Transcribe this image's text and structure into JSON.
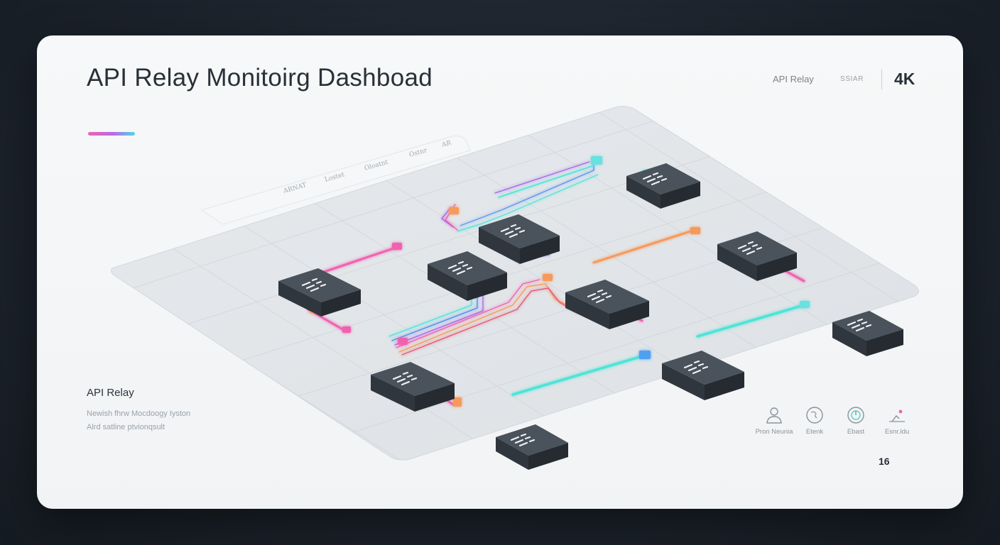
{
  "header": {
    "title": "API Relay Monitoirg Dashboad",
    "links": [
      "API Relay",
      "SSIAR"
    ],
    "resolution": "4K"
  },
  "board_tabs": [
    "ARNAT",
    "Lostet",
    "Oloatnt",
    "Ostnr",
    "AR"
  ],
  "info": {
    "title": "API Relay",
    "lines": [
      "Newish fhrw Mocdoogy Iyston",
      "Alrd satline ptvionqsult"
    ]
  },
  "legend": [
    {
      "icon": "person-icon",
      "label": "Pron Neunia"
    },
    {
      "icon": "globe-icon",
      "label": "Etenk"
    },
    {
      "icon": "gauge-icon",
      "label": "Ebast"
    },
    {
      "icon": "signal-icon",
      "label": "Esnr.ldu"
    }
  ],
  "page_number": "16",
  "colors": {
    "pink": "#f062b0",
    "violet": "#a86ae8",
    "cyan": "#4fe3d8",
    "orange": "#f59a5c",
    "node": "#3c434b"
  },
  "diagram": {
    "nodes": [
      "relay-1",
      "relay-2",
      "relay-3",
      "relay-4",
      "relay-5",
      "relay-6",
      "relay-7",
      "relay-8",
      "relay-9",
      "relay-10"
    ],
    "connections": [
      {
        "from": "relay-1",
        "to": "relay-3",
        "color": "pink"
      },
      {
        "from": "relay-1",
        "to": "relay-5",
        "color": "pink"
      },
      {
        "from": "relay-3",
        "to": "relay-4",
        "color": "violet"
      },
      {
        "from": "relay-4",
        "to": "relay-2",
        "color": "violet"
      },
      {
        "from": "relay-4",
        "to": "relay-2",
        "color": "cyan"
      },
      {
        "from": "relay-2",
        "to": "relay-7",
        "color": "cyan"
      },
      {
        "from": "relay-4",
        "to": "relay-6",
        "color": "violet"
      },
      {
        "from": "relay-6",
        "to": "relay-7",
        "color": "orange"
      },
      {
        "from": "relay-7",
        "to": "relay-10",
        "color": "pink"
      },
      {
        "from": "relay-6",
        "to": "relay-8",
        "color": "pink"
      },
      {
        "from": "relay-8",
        "to": "relay-10",
        "color": "cyan"
      },
      {
        "from": "relay-5",
        "to": "relay-9",
        "color": "pink"
      },
      {
        "from": "relay-9",
        "to": "relay-8",
        "color": "cyan"
      },
      {
        "from": "relay-3",
        "to": "relay-6",
        "color": "violet"
      },
      {
        "from": "relay-5",
        "to": "relay-6",
        "color": "orange"
      }
    ]
  }
}
